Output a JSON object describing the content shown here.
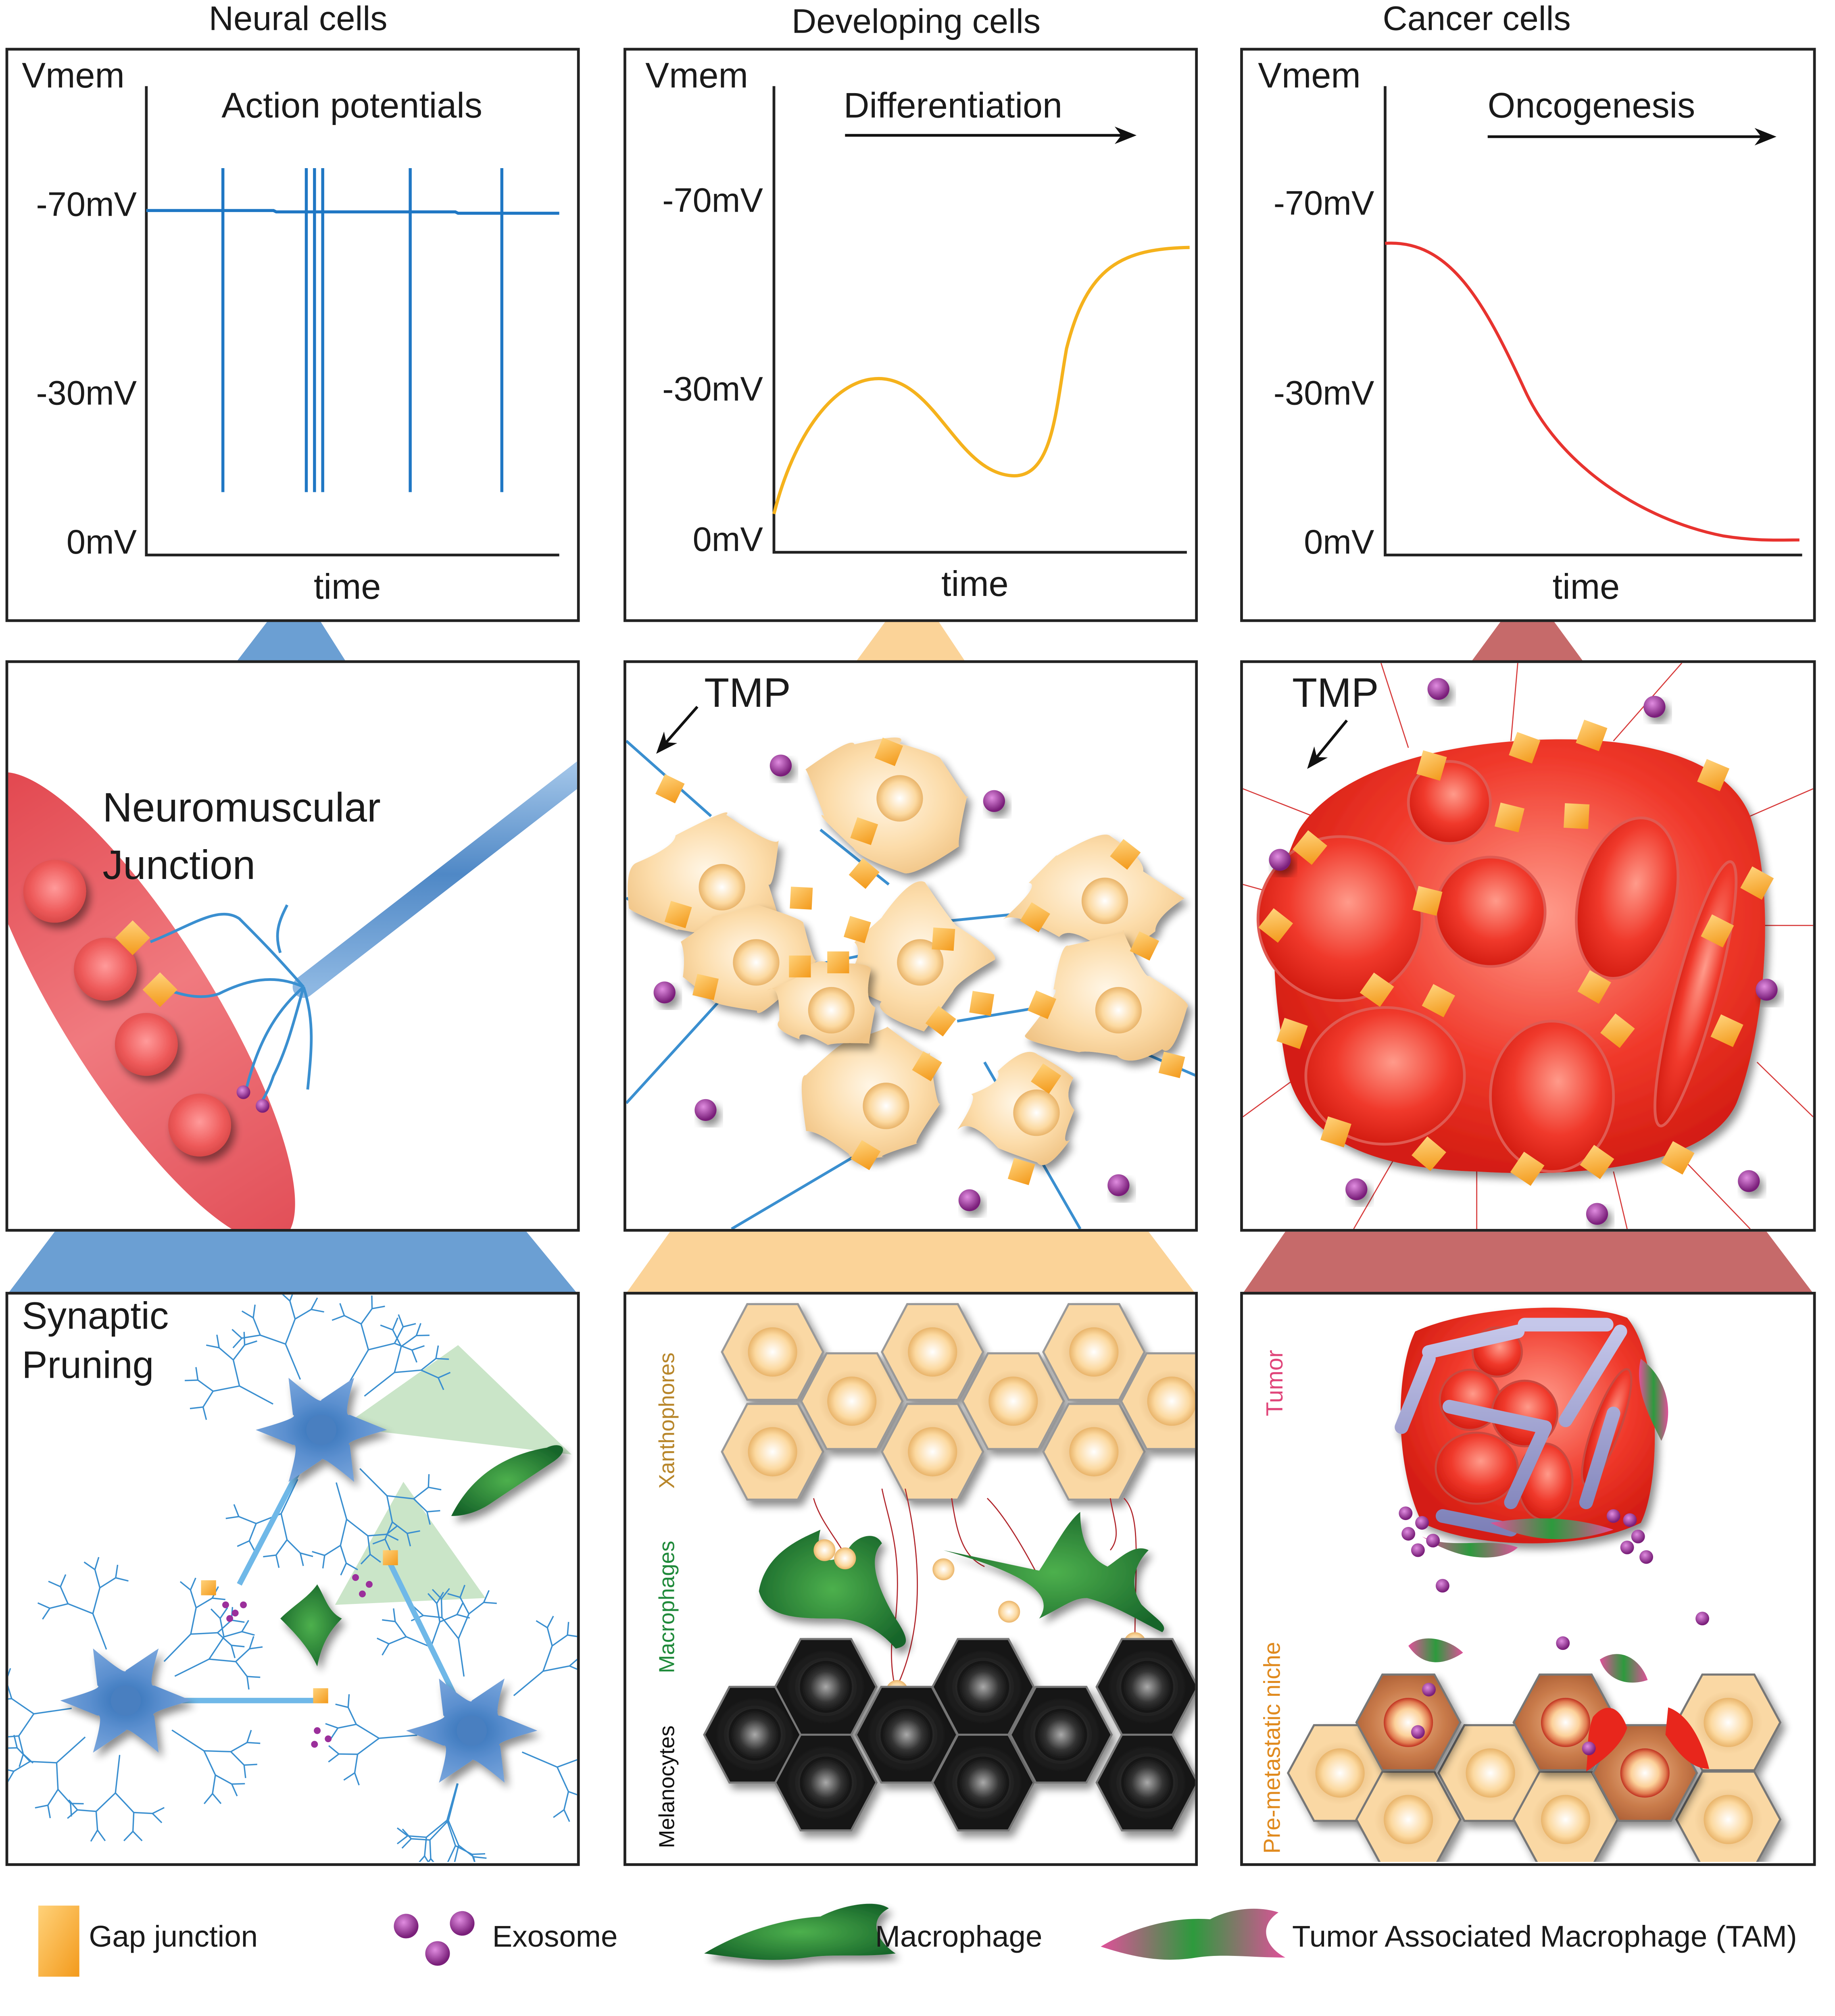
{
  "columns": [
    {
      "title": "Neural cells",
      "accent": "#6b9fd3"
    },
    {
      "title": "Developing cells",
      "accent": "#fbd398"
    },
    {
      "title": "Cancer cells",
      "accent": "#c66a6a"
    }
  ],
  "charts": [
    {
      "ylabel": "Vmem",
      "xlabel": "time",
      "ticks": [
        "-70mV",
        "-30mV",
        "0mV"
      ],
      "caption": "Action potentials",
      "line_color": "#1f77c4"
    },
    {
      "ylabel": "Vmem",
      "xlabel": "time",
      "ticks": [
        "-70mV",
        "-30mV",
        "0mV"
      ],
      "caption": "Differentiation",
      "line_color": "#f5b21c"
    },
    {
      "ylabel": "Vmem",
      "xlabel": "time",
      "ticks": [
        "-70mV",
        "-30mV",
        "0mV"
      ],
      "caption": "Oncogenesis",
      "line_color": "#e8332f"
    }
  ],
  "middle": {
    "neural_label_line1": "Neuromuscular",
    "neural_label_line2": "Junction",
    "developing_tmp": "TMP",
    "cancer_tmp": "TMP"
  },
  "bottom": {
    "neural_label_line1": "Synaptic",
    "neural_label_line2": "Pruning",
    "developing_labels": [
      {
        "text": "Xanthophores",
        "color": "#b8862a"
      },
      {
        "text": "Macrophages",
        "color": "#1f8a3a"
      },
      {
        "text": "Melanocytes",
        "color": "#111111"
      }
    ],
    "cancer_labels": [
      {
        "text": "Tumor",
        "color": "#e0457a"
      },
      {
        "text": "Pre-metastatic niche",
        "color": "#e08a1e"
      }
    ]
  },
  "legend": [
    {
      "icon": "gap-junction-icon",
      "label": "Gap junction"
    },
    {
      "icon": "exosome-icon",
      "label": "Exosome"
    },
    {
      "icon": "macrophage-icon",
      "label": "Macrophage"
    },
    {
      "icon": "tam-icon",
      "label": "Tumor Associated Macrophage (TAM)"
    }
  ],
  "colors": {
    "gap_junction": "#f5a623",
    "exosome": "#9b2f9b",
    "macrophage": "#1f7a32",
    "tam": "#e0509a",
    "cancer_red": "#e8261c",
    "nerve_blue": "#3a8fd0"
  }
}
